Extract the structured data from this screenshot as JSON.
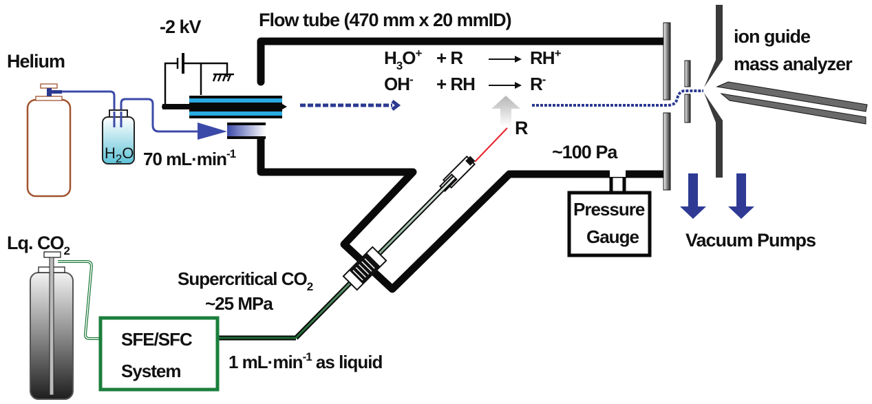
{
  "title": "Flow tube (470 mm x 20 mmID)",
  "labels": {
    "helium": "Helium",
    "voltage": "-2 kV",
    "water": "H",
    "water_sub": "2",
    "water_tail": "O",
    "helium_flow": "70 mL·min",
    "helium_flow_exp": "-1",
    "lq_co2": "Lq. CO",
    "lq_co2_sub": "2",
    "supercritical": "Supercritical CO",
    "supercritical_sub": "2",
    "sc_pressure": "~25 MPa",
    "sfe_line1": "SFE/SFC",
    "sfe_line2": "System",
    "co2_flow": "1 mL·min",
    "co2_flow_exp": "-1",
    "co2_flow_tail": " as liquid",
    "pressure": "~100 Pa",
    "gauge_line1": "Pressure",
    "gauge_line2": "Gauge",
    "vacuum": "Vacuum Pumps",
    "ion_guide": "ion guide",
    "mass_analyzer": "mass analyzer",
    "reagent": "R"
  },
  "reactions": [
    {
      "reactant": "H",
      "reactant_sub": "3",
      "reactant_tail": "O",
      "reactant_charge": "+",
      "partner": "+ R",
      "product": "RH",
      "product_charge": "+"
    },
    {
      "reactant": "OH",
      "reactant_sub": "",
      "reactant_tail": "",
      "reactant_charge": "-",
      "partner": "+ RH",
      "product": "R",
      "product_charge": "-"
    }
  ],
  "colors": {
    "helium_line": "#3b4aa8",
    "ion_path": "#2b3990",
    "co2_line": "#1e7a3c",
    "sfe_box": "#1a7f3c",
    "needle_blue": "#29abe2",
    "laser": "#e8202a",
    "cylinder_he": "#a0522d",
    "pump_arrow": "#2e3a93"
  }
}
